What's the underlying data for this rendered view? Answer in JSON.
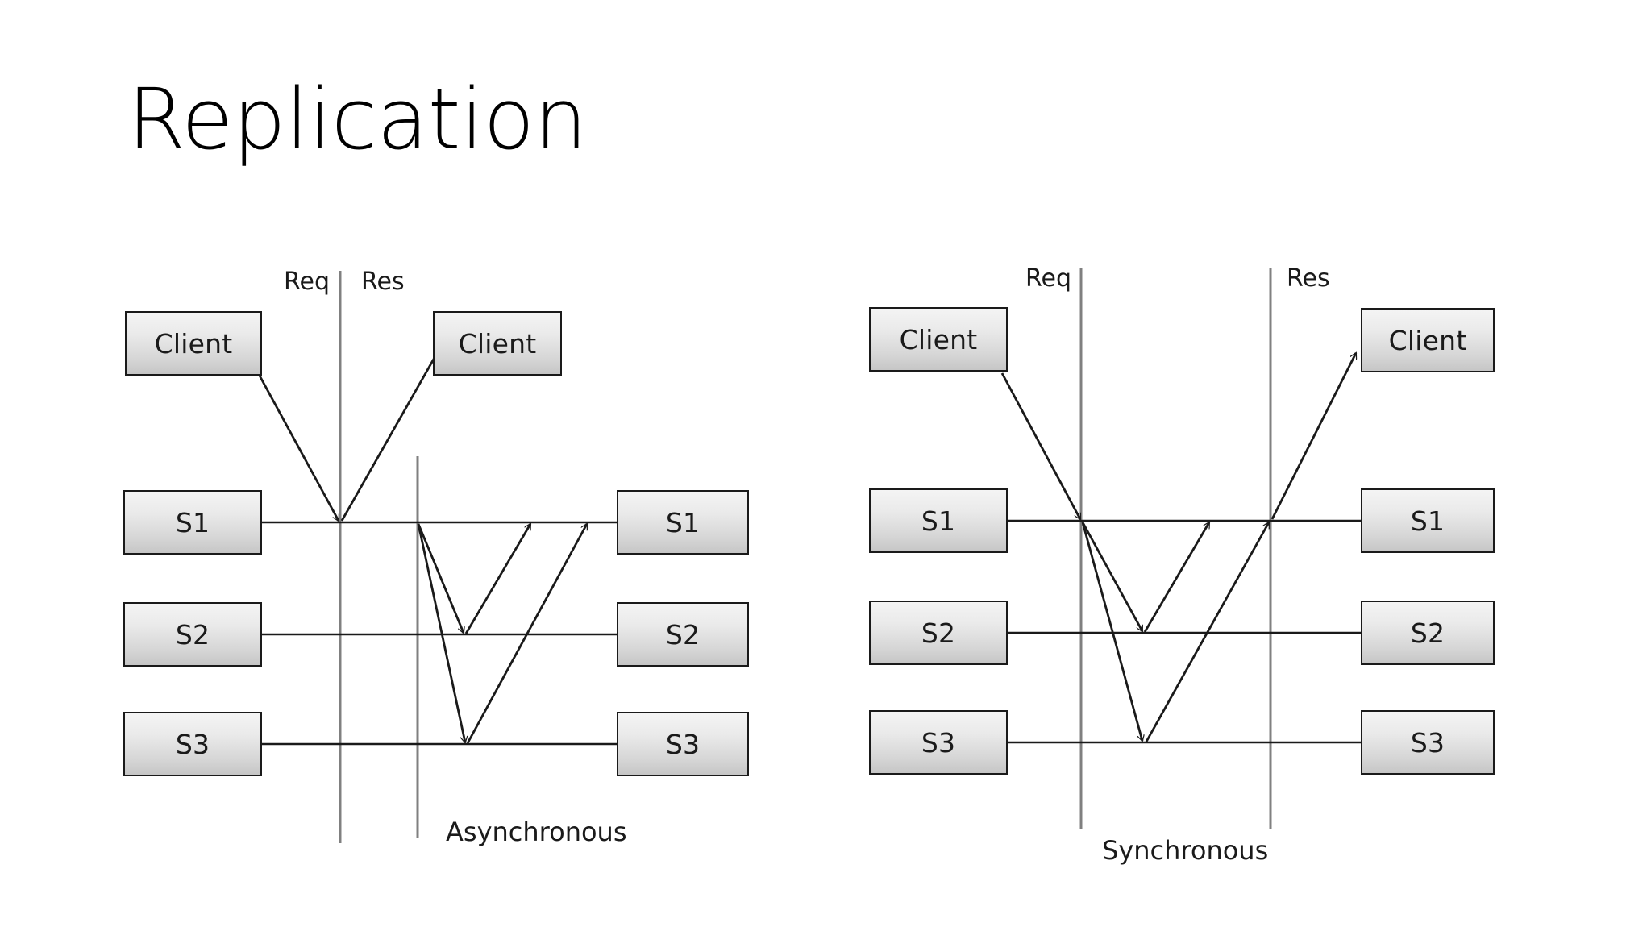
{
  "slide": {
    "title": "Replication",
    "background_color": "#ffffff",
    "text_color": "#1a1a1a"
  },
  "style": {
    "box_border_color": "#1a1a1a",
    "box_fill_top": "#f4f4f4",
    "box_fill_bottom": "#c6c6c6",
    "arrow_color": "#1a1a1a",
    "timeline_color": "#808080",
    "connector_color": "#1a1a1a"
  },
  "diagrams": [
    {
      "id": "asynchronous",
      "mode_label": "Asynchronous",
      "timelines": [
        {
          "name": "req",
          "label": "Req"
        },
        {
          "name": "res",
          "label": "Res"
        }
      ],
      "left_nodes": [
        {
          "name": "client",
          "label": "Client"
        },
        {
          "name": "s1",
          "label": "S1"
        },
        {
          "name": "s2",
          "label": "S2"
        },
        {
          "name": "s3",
          "label": "S3"
        }
      ],
      "right_nodes": [
        {
          "name": "client",
          "label": "Client"
        },
        {
          "name": "s1",
          "label": "S1"
        },
        {
          "name": "s2",
          "label": "S2"
        },
        {
          "name": "s3",
          "label": "S3"
        }
      ]
    },
    {
      "id": "synchronous",
      "mode_label": "Synchronous",
      "timelines": [
        {
          "name": "req",
          "label": "Req"
        },
        {
          "name": "res",
          "label": "Res"
        }
      ],
      "left_nodes": [
        {
          "name": "client",
          "label": "Client"
        },
        {
          "name": "s1",
          "label": "S1"
        },
        {
          "name": "s2",
          "label": "S2"
        },
        {
          "name": "s3",
          "label": "S3"
        }
      ],
      "right_nodes": [
        {
          "name": "client",
          "label": "Client"
        },
        {
          "name": "s1",
          "label": "S1"
        },
        {
          "name": "s2",
          "label": "S2"
        },
        {
          "name": "s3",
          "label": "S3"
        }
      ]
    }
  ]
}
